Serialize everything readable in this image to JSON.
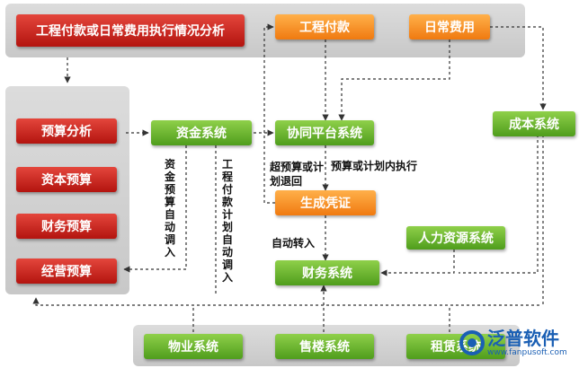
{
  "header": {
    "title": "工程付款或日常费用执行情况分析"
  },
  "top_boxes": {
    "engineering_payment": "工程付款",
    "daily_expense": "日常费用"
  },
  "left_panel": {
    "items": [
      "预算分析",
      "资本预算",
      "财务预算",
      "经营预算"
    ]
  },
  "middle": {
    "fund_system": "资金系统",
    "collab_platform": "协同平台系统",
    "generate_voucher": "生成凭证",
    "finance_system": "财务系统",
    "hr_system": "人力资源系统",
    "cost_system": "成本系统"
  },
  "annotations": {
    "fund_budget_auto": "资金预算自动调入",
    "payment_plan_auto": "工程付款计划自动调入",
    "over_budget_return": "超预算或计划退回",
    "within_budget_execute": "预算或计划内执行",
    "auto_transfer": "自动转入"
  },
  "bottom_boxes": [
    "物业系统",
    "售楼系统",
    "租赁系统"
  ],
  "logo": {
    "brand": "泛普软件",
    "url": "www.fanpusoft.com"
  },
  "colors": {
    "red": "#c8201a",
    "orange": "#f5901e",
    "green": "#6bb52e"
  }
}
